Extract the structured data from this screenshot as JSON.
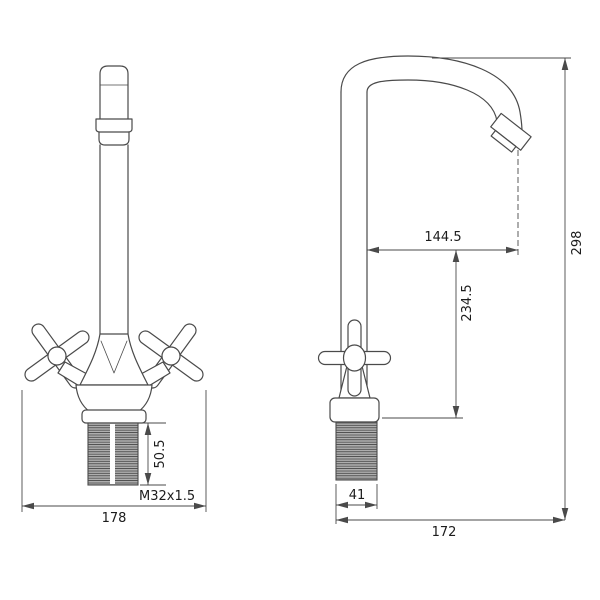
{
  "dimensions": {
    "spout_reach": "144.5",
    "overall_height": "298",
    "outlet_height": "234.5",
    "shank_length": "50.5",
    "thread_spec": "M32x1.5",
    "overall_width_front": "178",
    "shank_width": "41",
    "overall_depth_side": "172"
  },
  "colors": {
    "line": "#4a4a4a",
    "text": "#1c1c1c",
    "background": "#ffffff"
  }
}
